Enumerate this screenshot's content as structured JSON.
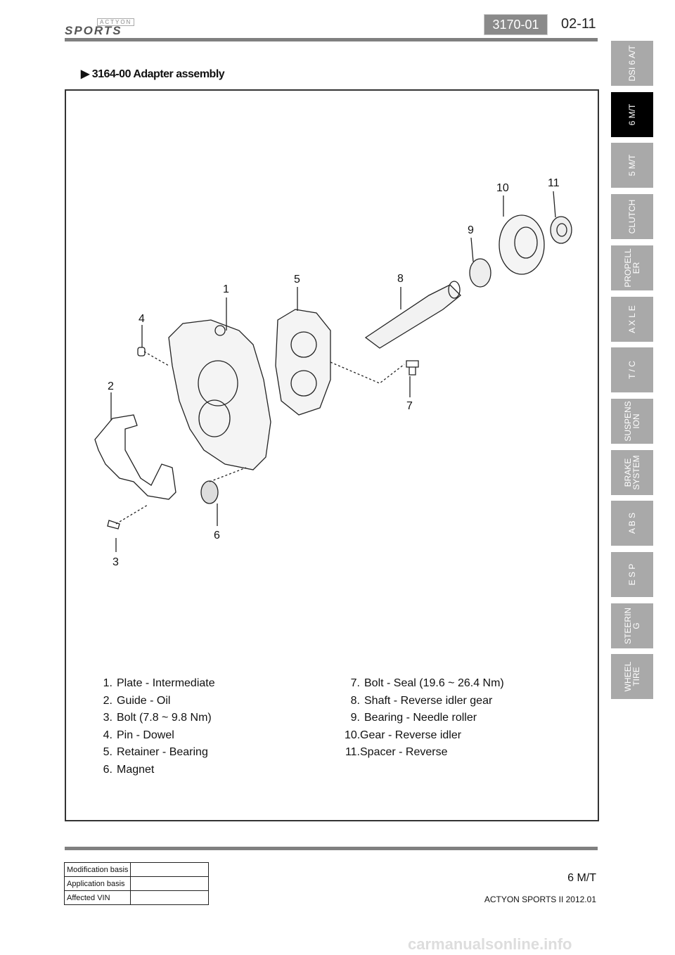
{
  "header": {
    "logo_top": "ACTYON",
    "logo_main": "SPORTS",
    "section_code": "3170-01",
    "page_number": "02-11"
  },
  "title": "3164-00 Adapter assembly",
  "side_tabs": [
    {
      "label": "DSI 6 A/T",
      "active": false
    },
    {
      "label": "6 M/T",
      "active": true
    },
    {
      "label": "5 M/T",
      "active": false
    },
    {
      "label": "CLUTCH",
      "active": false
    },
    {
      "label": "PROPELL\nER",
      "active": false
    },
    {
      "label": "A X L E",
      "active": false
    },
    {
      "label": "T / C",
      "active": false
    },
    {
      "label": "SUSPENS\nION",
      "active": false
    },
    {
      "label": "BRAKE\nSYSTEM",
      "active": false
    },
    {
      "label": "A B S",
      "active": false
    },
    {
      "label": "E S P",
      "active": false
    },
    {
      "label": "STEERIN\nG",
      "active": false
    },
    {
      "label": "WHEEL\nTIRE",
      "active": false
    }
  ],
  "callouts": [
    "1",
    "2",
    "3",
    "4",
    "5",
    "6",
    "7",
    "8",
    "9",
    "10",
    "11"
  ],
  "parts_left": [
    {
      "num": "1.",
      "name": "Plate - Intermediate"
    },
    {
      "num": "2.",
      "name": "Guide - Oil"
    },
    {
      "num": "3.",
      "name": "Bolt (7.8 ~ 9.8 Nm)"
    },
    {
      "num": "4.",
      "name": "Pin - Dowel"
    },
    {
      "num": "5.",
      "name": "Retainer - Bearing"
    },
    {
      "num": "6.",
      "name": "Magnet"
    }
  ],
  "parts_right": [
    {
      "num": "7.",
      "name": "Bolt - Seal (19.6 ~ 26.4 Nm)"
    },
    {
      "num": "8.",
      "name": "Shaft - Reverse idler gear"
    },
    {
      "num": "9.",
      "name": "Bearing - Needle roller"
    },
    {
      "num": "10.",
      "name": "Gear - Reverse idler"
    },
    {
      "num": "11.",
      "name": "Spacer - Reverse"
    }
  ],
  "footer": {
    "table": [
      {
        "label": "Modification basis",
        "value": ""
      },
      {
        "label": "Application basis",
        "value": ""
      },
      {
        "label": "Affected VIN",
        "value": ""
      }
    ],
    "section": "6 M/T",
    "model": "ACTYON SPORTS II 2012.01"
  },
  "watermark": "carmanualsonline.info"
}
